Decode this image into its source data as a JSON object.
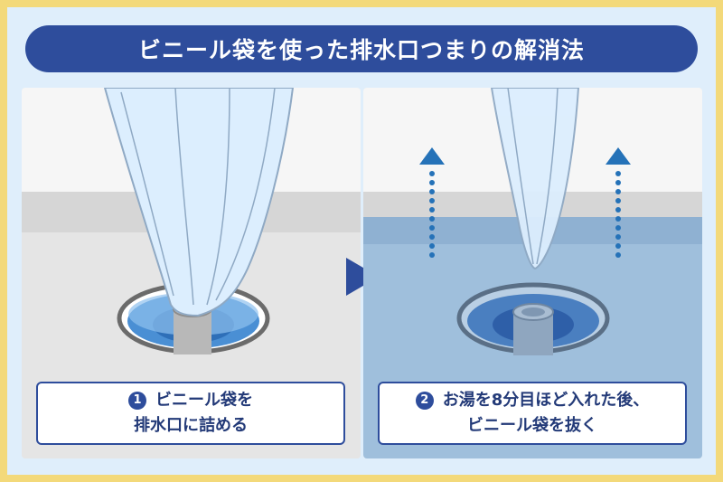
{
  "title": "ビニール袋を使った排水口つまりの解消法",
  "steps": [
    {
      "number": "1",
      "line1": "ビニール袋を",
      "line2": "排水口に詰める"
    },
    {
      "number": "2",
      "line1": "お湯を8分目ほど入れた後、",
      "line2": "ビニール袋を抜く"
    }
  ],
  "colors": {
    "frame": "#f3d97a",
    "background": "#dfeefb",
    "accent": "#2e4d9c",
    "water": "#9fbfdc",
    "drain_water": "#4a8fd4"
  },
  "icons": {
    "next": "triangle-right-icon",
    "up_arrows": "dotted-up-arrow-icon"
  }
}
